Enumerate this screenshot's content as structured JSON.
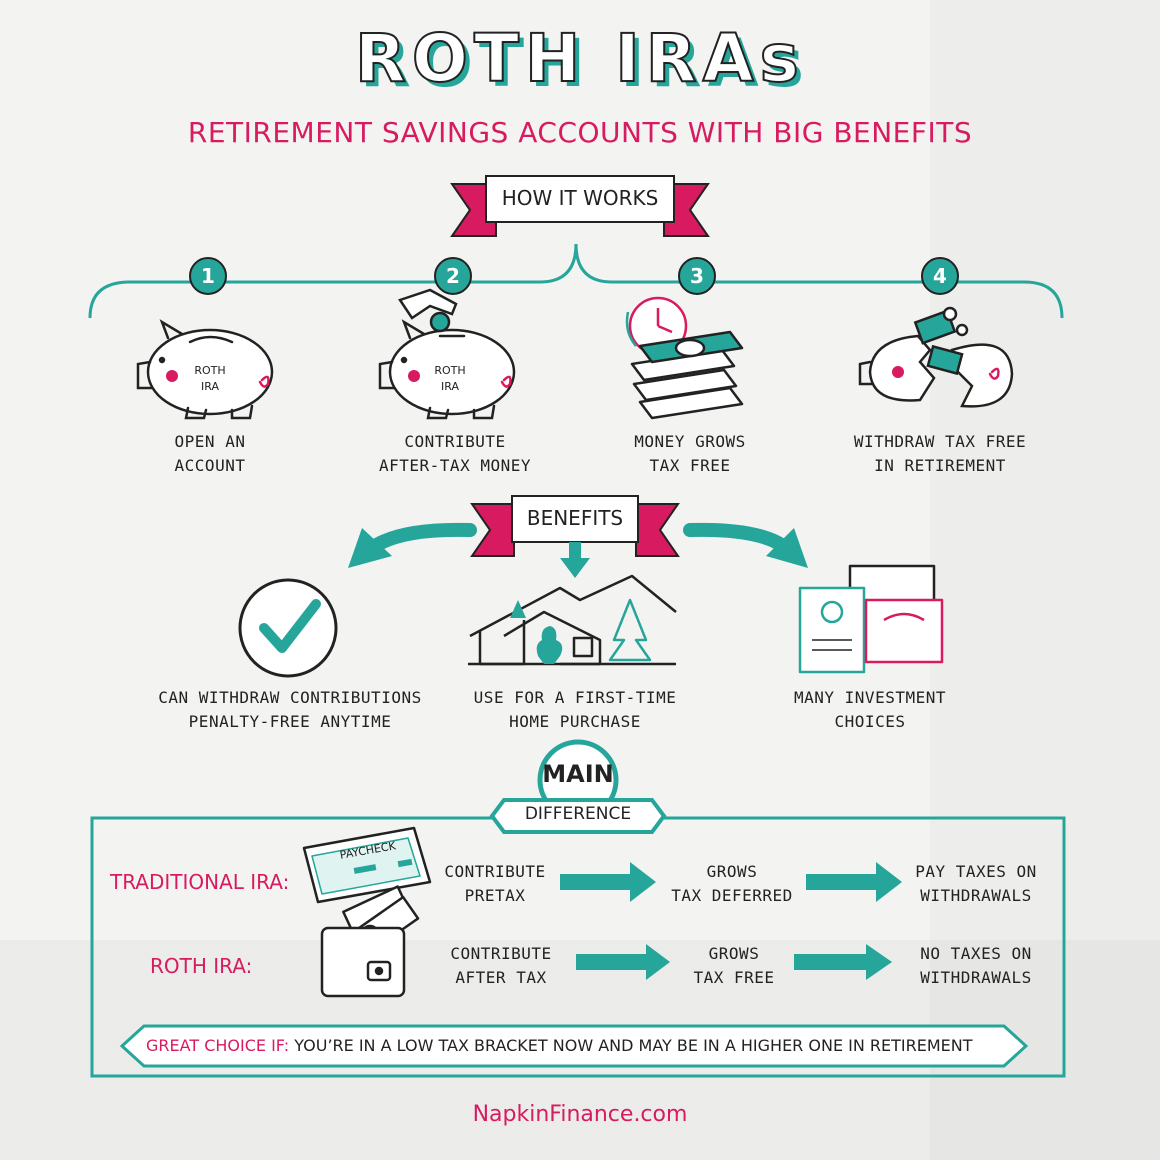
{
  "title": "ROTH IRAs",
  "subtitle": "RETIREMENT SAVINGS ACCOUNTS WITH BIG BENEFITS",
  "how_it_works": {
    "banner": "HOW IT WORKS",
    "steps": [
      {
        "number": "1",
        "label_line1": "OPEN AN",
        "label_line2": "ACCOUNT",
        "icon": "piggy-bank-icon",
        "icon_text": [
          "ROTH",
          "IRA"
        ]
      },
      {
        "number": "2",
        "label_line1": "CONTRIBUTE",
        "label_line2": "AFTER-TAX MONEY",
        "icon": "hand-coin-piggy-bank-icon",
        "icon_text": [
          "ROTH",
          "IRA"
        ]
      },
      {
        "number": "3",
        "label_line1": "MONEY GROWS",
        "label_line2": "TAX FREE",
        "icon": "clock-money-stack-icon"
      },
      {
        "number": "4",
        "label_line1": "WITHDRAW TAX FREE",
        "label_line2": "IN RETIREMENT",
        "icon": "broken-piggy-bank-icon"
      }
    ]
  },
  "benefits": {
    "banner": "BENEFITS",
    "items": [
      {
        "label_line1": "CAN WITHDRAW CONTRIBUTIONS",
        "label_line2": "PENALTY-FREE ANYTIME",
        "icon": "checkmark-icon"
      },
      {
        "label_line1": "USE FOR A FIRST-TIME",
        "label_line2": "HOME PURCHASE",
        "icon": "house-icon"
      },
      {
        "label_line1": "MANY INVESTMENT",
        "label_line2": "CHOICES",
        "icon": "certificates-icon"
      }
    ]
  },
  "main_difference": {
    "badge_top": "MAIN",
    "badge_bottom": "DIFFERENCE",
    "traditional": {
      "label": "TRADITIONAL IRA:",
      "icon_text": "PAYCHECK",
      "steps": [
        {
          "line1": "CONTRIBUTE",
          "line2": "PRETAX"
        },
        {
          "line1": "GROWS",
          "line2": "TAX DEFERRED"
        },
        {
          "line1": "PAY TAXES ON",
          "line2": "WITHDRAWALS"
        }
      ]
    },
    "roth": {
      "label": "ROTH IRA:",
      "steps": [
        {
          "line1": "CONTRIBUTE",
          "line2": "AFTER TAX"
        },
        {
          "line1": "GROWS",
          "line2": "TAX FREE"
        },
        {
          "line1": "NO  TAXES ON",
          "line2": "WITHDRAWALS"
        }
      ]
    },
    "great_choice_label": "GREAT CHOICE IF:",
    "great_choice_text": "YOU’RE IN A LOW TAX BRACKET NOW AND MAY BE IN A HIGHER ONE IN RETIREMENT"
  },
  "footer": "NapkinFinance.com",
  "colors": {
    "teal": "#26a69a",
    "pink": "#d81b60",
    "ink": "#222222",
    "napkin": "#f3f3f1"
  }
}
